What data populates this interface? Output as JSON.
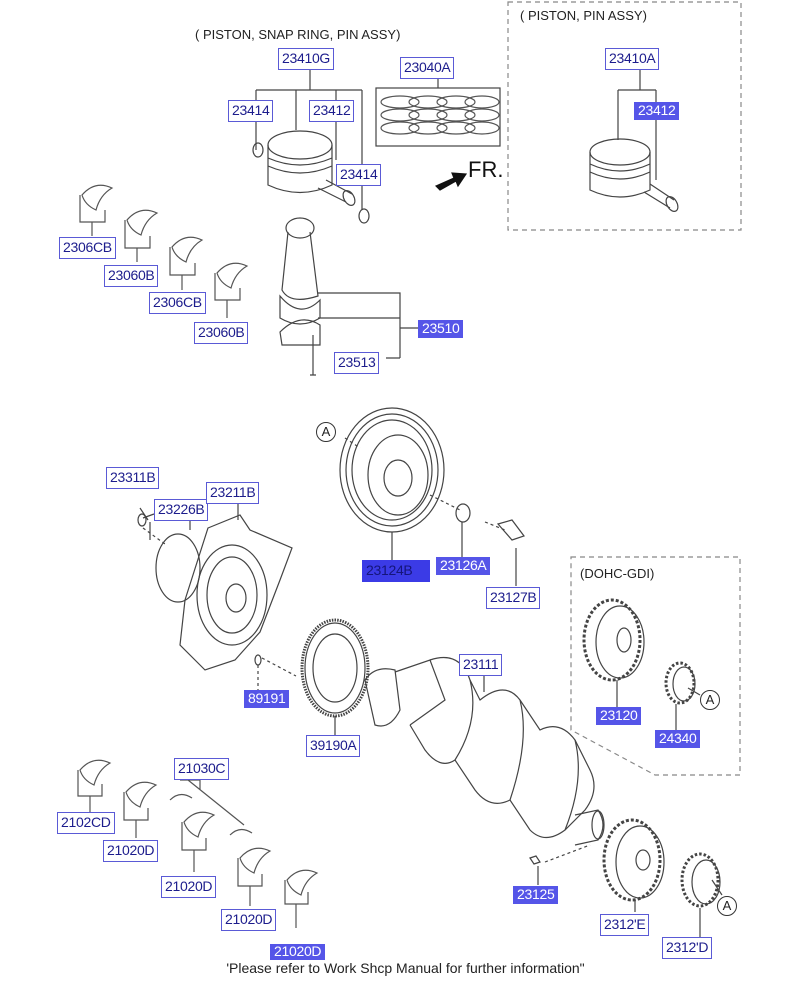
{
  "title_groups": {
    "piston_snap_ring_pin_assy": "( PISTON, SNAP RING, PIN ASSY)",
    "piston_pin_assy": "( PISTON, PIN ASSY)",
    "dohc_gdi": "(DOHC-GDI)"
  },
  "direction_marker": "FR.",
  "reference_marker": "A",
  "footer_note": "'Please refer to Work Shcp Manual for further information\"",
  "parts": {
    "p23410G": "23410G",
    "p23040A": "23040A",
    "p23414a": "23414",
    "p23412a": "23412",
    "p23414b": "23414",
    "p23410A": "23410A",
    "p23412b": "23412",
    "p23060B_1": "2306CB",
    "p23060B_2": "23060B",
    "p23060B_3": "2306CB",
    "p23060B_4": "23060B",
    "p23510": "23510",
    "p23513": "23513",
    "p23311B": "23311B",
    "p23226B": "23226B",
    "p23211B": "23211B",
    "p23124B": "23124B",
    "p23126A": "23126A",
    "p23127B": "23127B",
    "p23120": "23120",
    "p24340": "24340",
    "p89191": "89191",
    "p39190A": "39190A",
    "p23111": "23111",
    "p21030C": "21030C",
    "p21020D_1": "2102CD",
    "p21020D_2": "21020D",
    "p21020D_3": "21020D",
    "p21020D_4": "21020D",
    "p21020D_5": "21020D",
    "p23125": "23125",
    "p23121E": "2312'E",
    "p23121D": "2312'D"
  },
  "highlighted_part": "23124B"
}
